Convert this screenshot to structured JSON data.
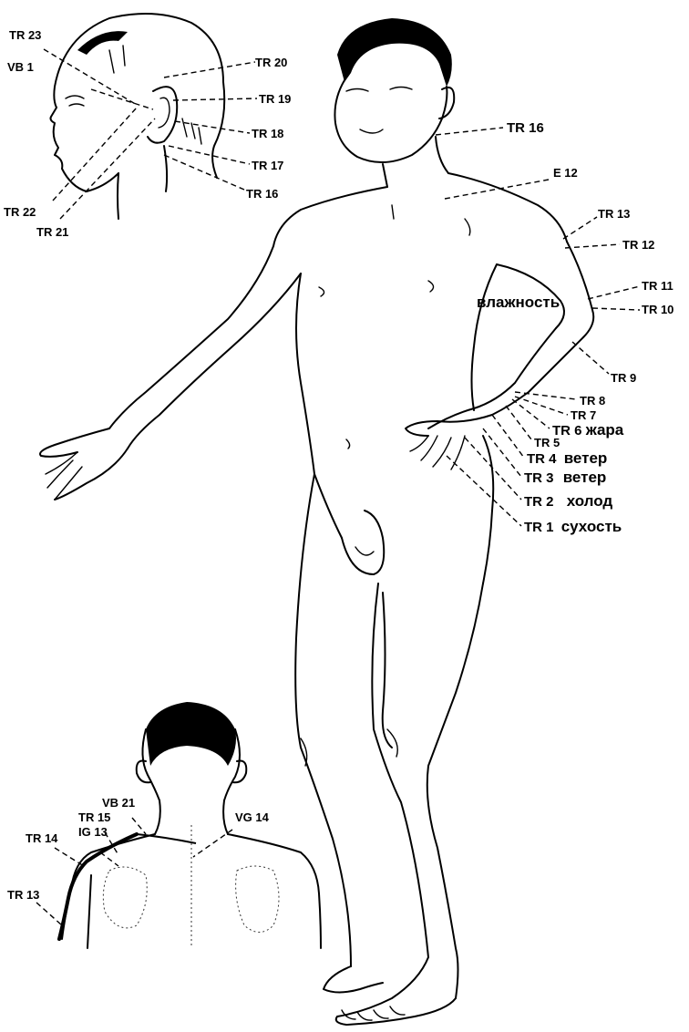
{
  "head_labels": {
    "tr23": "TR 23",
    "vb1": "VB 1",
    "tr22": "TR 22",
    "tr21": "TR 21",
    "tr20": "TR 20",
    "tr19": "TR 19",
    "tr18": "TR 18",
    "tr17": "TR 17",
    "tr16": "TR 16"
  },
  "body_labels": {
    "tr16": "TR 16",
    "e12": "E 12",
    "tr13": "TR 13",
    "tr12": "TR 12",
    "tr11": "TR 11",
    "tr10": "TR 10",
    "vlazhnost": "влажность",
    "tr9": "TR 9",
    "tr8": "TR 8",
    "tr7": "TR 7",
    "tr6": "TR 6",
    "zhara": "жара",
    "tr5": "TR 5",
    "tr4": "TR 4",
    "veter4": "ветер",
    "tr3": "TR 3",
    "veter3": "ветер",
    "tr2": "TR 2",
    "holod": "холод",
    "tr1": "TR 1",
    "suhost": "сухость"
  },
  "back_labels": {
    "vb21": "VB 21",
    "tr15": "TR 15",
    "vg14": "VG 14",
    "tr14": "TR 14",
    "ig13": "IG 13",
    "tr13": "TR 13"
  }
}
